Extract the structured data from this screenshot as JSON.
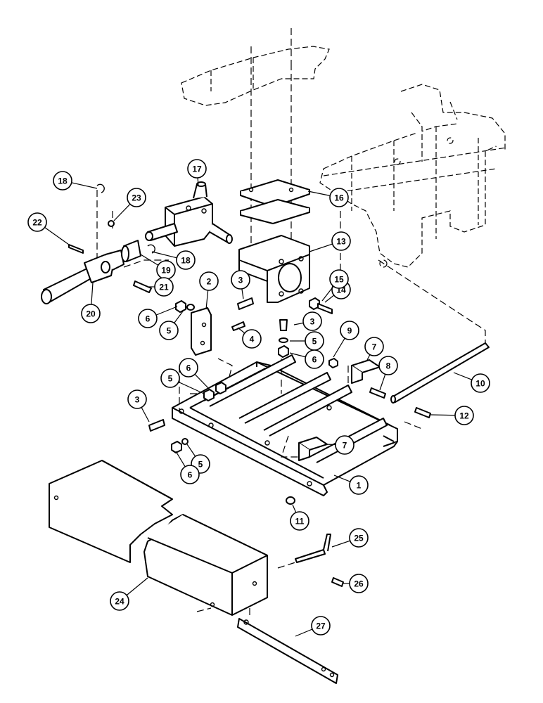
{
  "figure": {
    "callouts": [
      {
        "id": "c1",
        "number": "1"
      },
      {
        "id": "c2",
        "number": "2"
      },
      {
        "id": "c3a",
        "number": "3"
      },
      {
        "id": "c3b",
        "number": "3"
      },
      {
        "id": "c3c",
        "number": "3"
      },
      {
        "id": "c4",
        "number": "4"
      },
      {
        "id": "c5a",
        "number": "5"
      },
      {
        "id": "c5b",
        "number": "5"
      },
      {
        "id": "c5c",
        "number": "5"
      },
      {
        "id": "c5d",
        "number": "5"
      },
      {
        "id": "c6a",
        "number": "6"
      },
      {
        "id": "c6b",
        "number": "6"
      },
      {
        "id": "c6c",
        "number": "6"
      },
      {
        "id": "c6d",
        "number": "6"
      },
      {
        "id": "c7a",
        "number": "7"
      },
      {
        "id": "c7b",
        "number": "7"
      },
      {
        "id": "c8",
        "number": "8"
      },
      {
        "id": "c9",
        "number": "9"
      },
      {
        "id": "c10",
        "number": "10"
      },
      {
        "id": "c11",
        "number": "11"
      },
      {
        "id": "c12",
        "number": "12"
      },
      {
        "id": "c13",
        "number": "13"
      },
      {
        "id": "c14",
        "number": "14"
      },
      {
        "id": "c15",
        "number": "15"
      },
      {
        "id": "c16",
        "number": "16"
      },
      {
        "id": "c17",
        "number": "17"
      },
      {
        "id": "c18a",
        "number": "18"
      },
      {
        "id": "c18b",
        "number": "18"
      },
      {
        "id": "c19",
        "number": "19"
      },
      {
        "id": "c20",
        "number": "20"
      },
      {
        "id": "c21",
        "number": "21"
      },
      {
        "id": "c22",
        "number": "22"
      },
      {
        "id": "c23",
        "number": "23"
      },
      {
        "id": "c24",
        "number": "24"
      },
      {
        "id": "c25",
        "number": "25"
      },
      {
        "id": "c26",
        "number": "26"
      },
      {
        "id": "c27",
        "number": "27"
      }
    ]
  }
}
